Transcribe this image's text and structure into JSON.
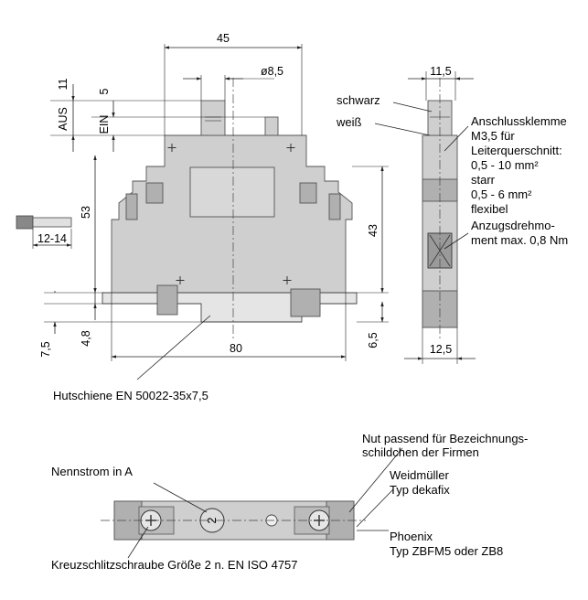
{
  "front_view": {
    "dims": {
      "width_top": "45",
      "diameter": "ø8,5",
      "aus": "11",
      "ein": "5",
      "aus_label": "AUS",
      "ein_label": "EIN",
      "height_53": "53",
      "height_43": "43",
      "strip_length": "12-14",
      "bottom_48": "4,8",
      "bottom_75": "7,5",
      "bottom_65": "6,5",
      "base_80": "80"
    },
    "rail_label": "Hutschiene EN 50022-35x7,5"
  },
  "side_view": {
    "width_top": "11,5",
    "width_bottom": "12,5",
    "label_schwarz": "schwarz",
    "label_weiss": "weiß",
    "terminal_lines": [
      "Anschlussklemme",
      "M3,5 für",
      "Leiterquerschnitt:",
      "0,5 - 10 mm²",
      "starr",
      "0,5 - 6 mm²",
      "flexibel",
      "Anzugsdrehmo-",
      "ment max. 0,8 Nm"
    ]
  },
  "top_view": {
    "nut_line1": "Nut passend für Bezeichnungs-",
    "nut_line2": "schildchen der Firmen",
    "nennstrom": "Nennstrom in A",
    "nennstrom_value": "2",
    "weidmueller_line1": "Weidmüller",
    "weidmueller_line2": "Typ dekafix",
    "phoenix_line1": "Phoenix",
    "phoenix_line2": "Typ ZBFM5 oder ZB8",
    "screw_label": "Kreuzschlitzschraube Größe 2 n. EN ISO 4757"
  }
}
